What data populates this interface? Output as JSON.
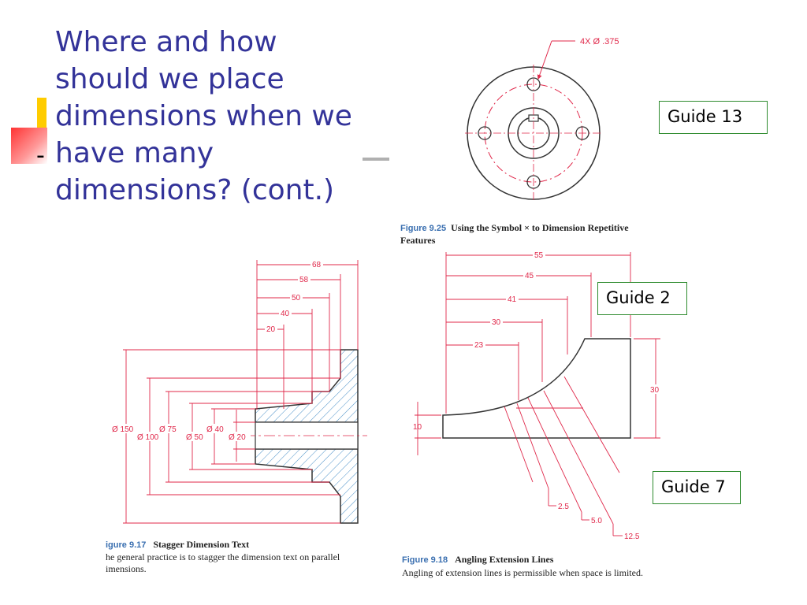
{
  "slide": {
    "title": "Where and how\nshould we place\ndimensions when we\nhave many\ndimensions? (cont.)",
    "bullet_marker": "-"
  },
  "guides": {
    "guide13": "Guide 13",
    "guide2": "Guide 2",
    "guide7": "Guide 7"
  },
  "figures": {
    "fig925": {
      "number": "Figure 9.25",
      "title_line1": "Using the Symbol × to Dimension Repetitive",
      "title_line2": "Features",
      "note": "4X Ø .375"
    },
    "fig917": {
      "number": "igure 9.17",
      "title": "Stagger Dimension Text",
      "desc_line1": "he general practice is to stagger the dimension text on parallel",
      "desc_line2": "imensions.",
      "dims_horizontal": [
        "68",
        "58",
        "50",
        "40",
        "20"
      ],
      "dims_diameter": [
        "Ø 150",
        "Ø 100",
        "Ø 75",
        "Ø 50",
        "Ø 40",
        "Ø 20"
      ]
    },
    "fig918": {
      "number": "Figure 9.18",
      "title": "Angling Extension Lines",
      "desc": "Angling of extension lines is permissible when space is limited.",
      "dims_horizontal": [
        "55",
        "45",
        "41",
        "30",
        "23"
      ],
      "dims_vertical": [
        "30",
        "10"
      ],
      "dims_angled": [
        "2.5",
        "5.0",
        "12.5"
      ]
    }
  },
  "colors": {
    "title": "#333399",
    "dimension_red": "#e0284a",
    "guide_border": "#2e8b2e",
    "hatch_blue": "#4a90c8",
    "caption_blue": "#3a6fb0"
  }
}
